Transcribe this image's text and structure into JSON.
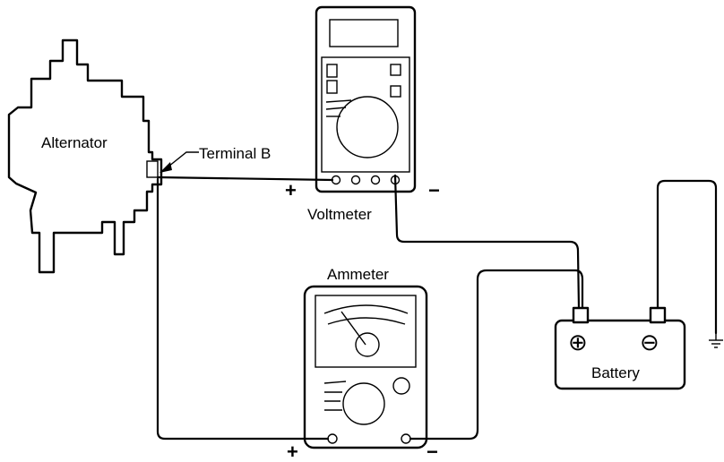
{
  "labels": {
    "alternator": "Alternator",
    "terminal_b": "Terminal B",
    "voltmeter": "Voltmeter",
    "ammeter": "Ammeter",
    "battery": "Battery"
  },
  "symbols": {
    "plus": "+",
    "minus": "−",
    "battery_plus": "⊕",
    "battery_minus": "⊖"
  }
}
